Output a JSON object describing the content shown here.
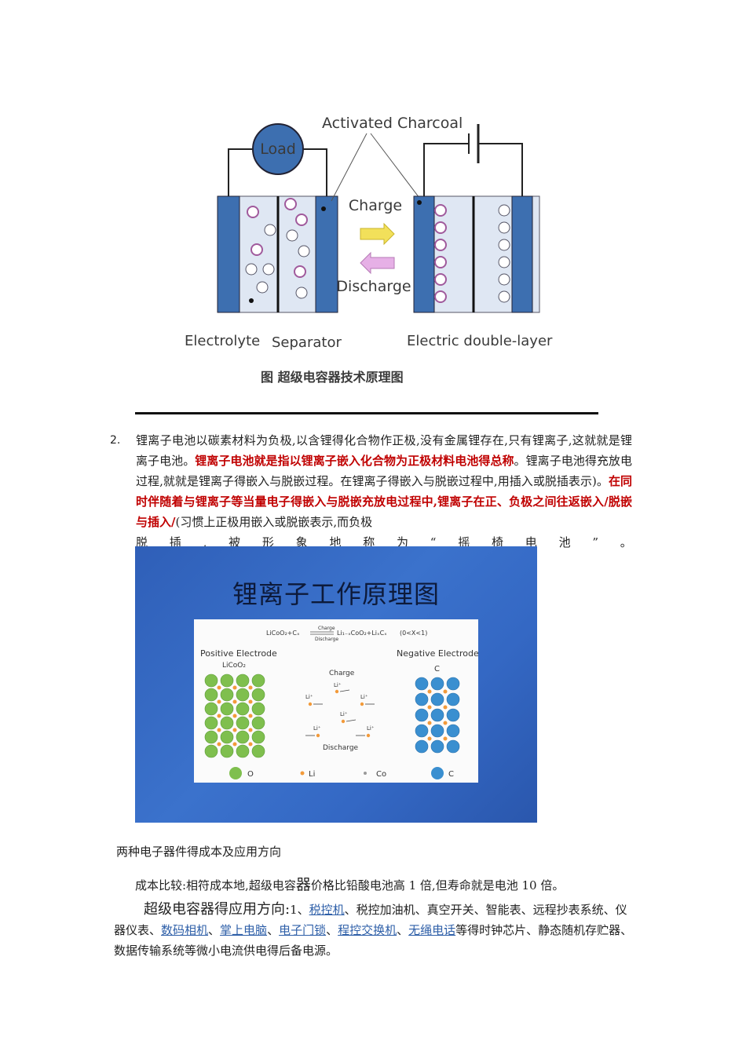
{
  "figure1": {
    "load_label": "Load",
    "activated_charcoal": "Activated Charcoal",
    "charge": "Charge",
    "discharge": "Discharge",
    "electrolyte": "Electrolyte",
    "separator": "Separator",
    "electric_double_layer": "Electric double-layer",
    "caption": "图  超级电容器技术原理图"
  },
  "paragraph2": {
    "number": "2.",
    "text1": "锂离子电池以碳素材料为负极,以含锂得化合物作正极,没有金属锂存在,只有锂离子,这就就是锂离子电池。",
    "red1": "锂离子电池就是指以锂离子嵌入化合物为正极材料电池得总称",
    "text2": "。锂离子电池得充放电过程,就就是锂离子得嵌入与脱嵌过程。在锂离子得嵌入与脱嵌过程中,用插入或脱插表示)。",
    "red2": "在同时伴随着与锂离子等当量电子得嵌入与脱嵌充放电过程中,锂离子在正、负极之间往返嵌入/脱嵌与插入/",
    "text3": "(习惯上正极用嵌入或脱嵌表示,而负极",
    "last_line": [
      "脱",
      "插",
      ",",
      "被",
      "形",
      "象",
      "地",
      "称",
      "为",
      "“",
      "摇",
      "椅",
      "电",
      "池",
      "”",
      "。"
    ]
  },
  "figure2": {
    "title": "锂离子工作原理图",
    "equation_left": "LiCoO₂+Cₓ",
    "equation_arrow_top": "Charge",
    "equation_arrow_bottom": "Discharge",
    "equation_right": "Li₁₋ₓCoO₂+LiₓCₓ",
    "equation_range": "(0<X<1)",
    "positive_electrode": "Positive Electrode",
    "positive_formula": "LiCoO₂",
    "negative_electrode": "Negative Electrode",
    "negative_formula": "C",
    "charge": "Charge",
    "discharge": "Discharge",
    "li_ion": "Li⁺",
    "legend": [
      "O",
      "Li",
      "Co",
      "C"
    ]
  },
  "caption2": "两种电子器件得成本及应用方向",
  "cost": {
    "part1": "成本比较:相符成本地,超级电容",
    "big": "器",
    "part2": "价格比铅酸电池高 1 倍,但寿命就是电池 10 倍。"
  },
  "application": {
    "lead": "超级电容器得应用方向:",
    "prefix": "1、",
    "link1": "税控机",
    "text1": "、税控加油机、真空开关、智能表、远程抄表系统、仪器仪表、",
    "link2": "数码相机",
    "sep1": "、",
    "link3": "掌上电脑",
    "sep2": "、",
    "link4": "电子门锁",
    "sep3": "、",
    "link5": "程控交换机",
    "sep4": "、",
    "link6": "无绳电话",
    "text2": "等得时钟芯片、静态随机存贮器、数据传输系统等微小电流供电得后备电源。"
  },
  "colors": {
    "red_text": "#c00000",
    "link": "#2e5fa8",
    "electrode": "#3d6fb0",
    "panel_bg": "#1f4fa8"
  }
}
